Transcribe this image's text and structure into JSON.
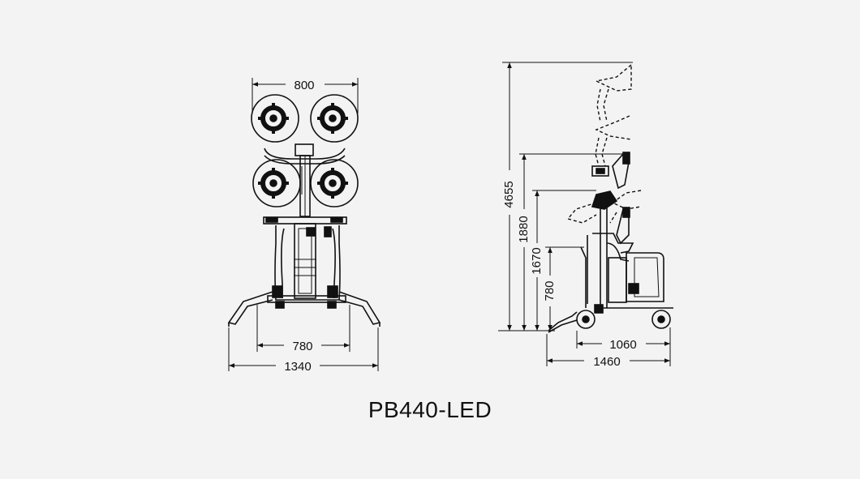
{
  "title": "PB440-LED",
  "front_view": {
    "dims": {
      "top_width": "800",
      "wheel_track": "780",
      "overall_width": "1340"
    }
  },
  "side_view": {
    "dims": {
      "max_height": "4655",
      "height_upper": "1880",
      "height_mid": "1670",
      "height_low": "780",
      "wheelbase": "1060",
      "overall_length": "1460"
    }
  }
}
